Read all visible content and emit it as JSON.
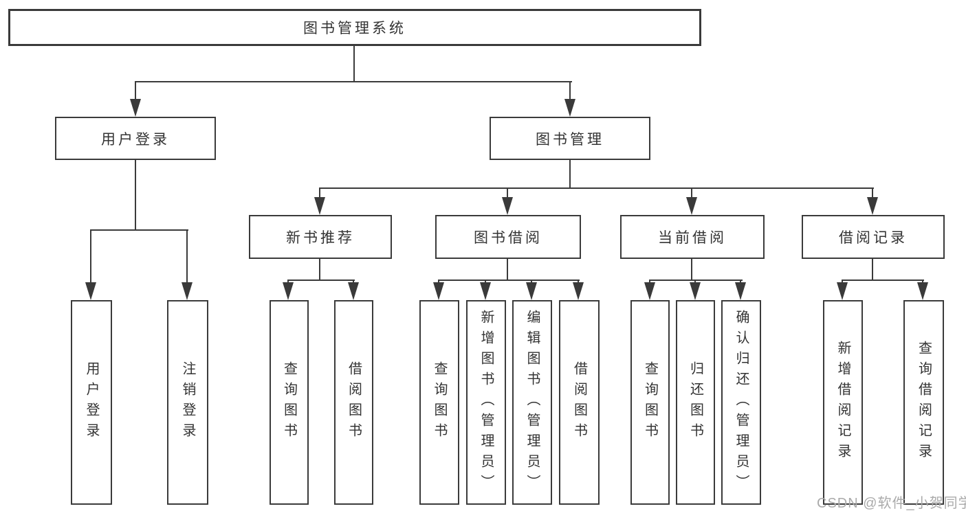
{
  "watermark": {
    "text": "CSDN @软件_小贺同学"
  },
  "colors": {
    "line": "#3a3a3a",
    "text": "#333333",
    "watermark": "#aaaaaa",
    "background": "#ffffff"
  },
  "tree": {
    "label": "图书管理系统",
    "children": [
      {
        "label": "用户登录",
        "children": [
          {
            "label": "用户登录"
          },
          {
            "label": "注销登录"
          }
        ]
      },
      {
        "label": "图书管理",
        "children": [
          {
            "label": "新书推荐",
            "children": [
              {
                "label": "查询图书"
              },
              {
                "label": "借阅图书"
              }
            ]
          },
          {
            "label": "图书借阅",
            "children": [
              {
                "label": "查询图书"
              },
              {
                "label": "新增图书（管理员）"
              },
              {
                "label": "编辑图书（管理员）"
              },
              {
                "label": "借阅图书"
              }
            ]
          },
          {
            "label": "当前借阅",
            "children": [
              {
                "label": "查询图书"
              },
              {
                "label": "归还图书"
              },
              {
                "label": "确认归还（管理员）"
              }
            ]
          },
          {
            "label": "借阅记录",
            "children": [
              {
                "label": "新增借阅记录"
              },
              {
                "label": "查询借阅记录"
              }
            ]
          }
        ]
      }
    ]
  }
}
